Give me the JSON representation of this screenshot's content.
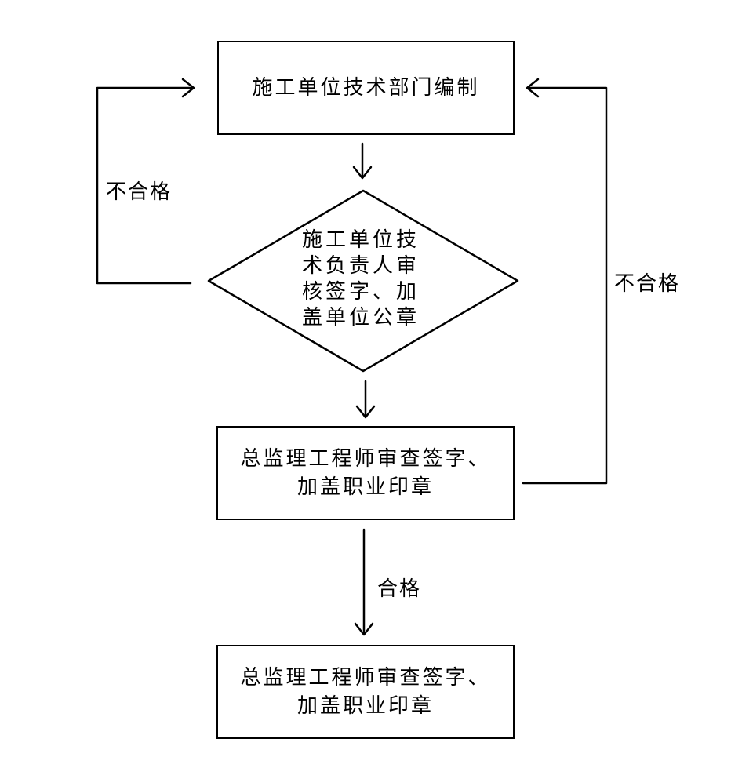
{
  "nodes": {
    "compile": "施工单位技术部门编制",
    "unit_review": "施工单位技\n术负责人审\n核签字、加\n盖单位公章",
    "chief_review": "总监理工程师审查签字、\n加盖职业印章",
    "final": "总监理工程师审查签字、\n加盖职业印章"
  },
  "edges": {
    "reject_left": "不合格",
    "reject_right": "不合格",
    "pass": "合格"
  }
}
